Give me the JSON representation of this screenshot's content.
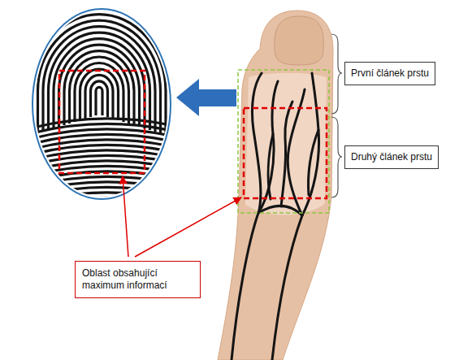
{
  "diagram": {
    "nodes": [
      {
        "text": [
          "První článek prstu"
        ]
      },
      {
        "text": [
          "Druhý článek prstu"
        ]
      },
      {
        "text": [
          "Oblast obsahující maximum informací"
        ]
      }
    ],
    "edges": []
  }
}
